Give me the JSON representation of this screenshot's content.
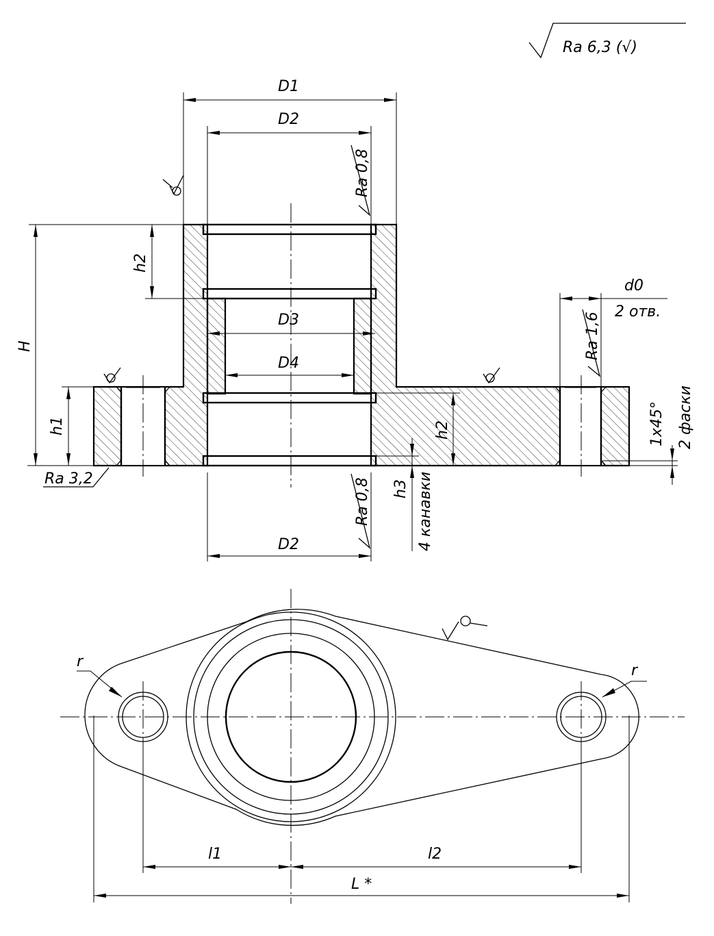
{
  "roughness": {
    "general": "Ra 6,3 (√)",
    "bore_top": "Ra 0,8",
    "bore_bottom": "Ra 0,8",
    "bolt_hole": "Ra 1,6",
    "base": "Ra 3,2"
  },
  "dimensions": {
    "D1": "D1",
    "D2_top": "D2",
    "D2_bottom": "D2",
    "D3": "D3",
    "D4": "D4",
    "H": "H",
    "h1": "h1",
    "h2_left": "h2",
    "h2_right": "h2",
    "h3": "h3",
    "d0": "d0",
    "l1": "l1",
    "l2": "l2",
    "L": "L *",
    "r_left": "r",
    "r_right": "r"
  },
  "notes": {
    "holes": "2 отв.",
    "grooves": "4 канавки",
    "chamfer": "1x45°",
    "chamfers": "2 фаски"
  }
}
